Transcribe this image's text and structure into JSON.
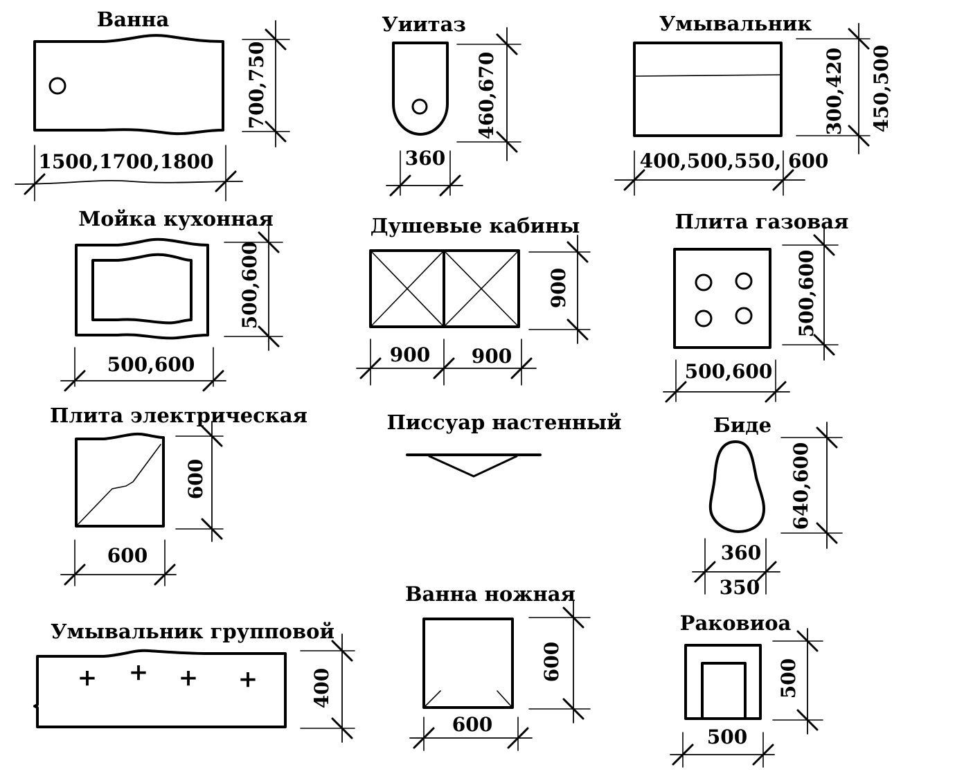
{
  "fixtures": {
    "bathtub": {
      "title": "Ванна",
      "width": "1500,1700,1800",
      "depth": "700,750"
    },
    "toilet": {
      "title": "Уиитаз",
      "width": "360",
      "depth": "460,670"
    },
    "washbasin": {
      "title": "Умывальник",
      "width": "400,500,550, 600",
      "depth_inner": "300,420",
      "depth_outer": "450,500"
    },
    "kitchen_sink": {
      "title": "Мойка кухонная",
      "width": "500,600",
      "depth": "500,600"
    },
    "shower": {
      "title": "Душевые кабины",
      "width_left": "900",
      "width_right": "900",
      "depth": "900"
    },
    "gas_stove": {
      "title": "Плита газовая",
      "width": "500,600",
      "depth": "500,600"
    },
    "electric_stove": {
      "title": "Плита электрическая",
      "width": "600",
      "depth": "600"
    },
    "urinal": {
      "title": "Писсуар настенный"
    },
    "bidet": {
      "title": "Биде",
      "width_top": "360",
      "width_bottom": "350",
      "depth": "640,600"
    },
    "group_washbasin": {
      "title": "Умывальник групповой",
      "depth": "400",
      "tap_mark": "+"
    },
    "foot_bath": {
      "title": "Ванна ножная",
      "width": "600",
      "depth": "600"
    },
    "sink": {
      "title": "Раковиоа",
      "width": "500",
      "depth": "500"
    }
  }
}
